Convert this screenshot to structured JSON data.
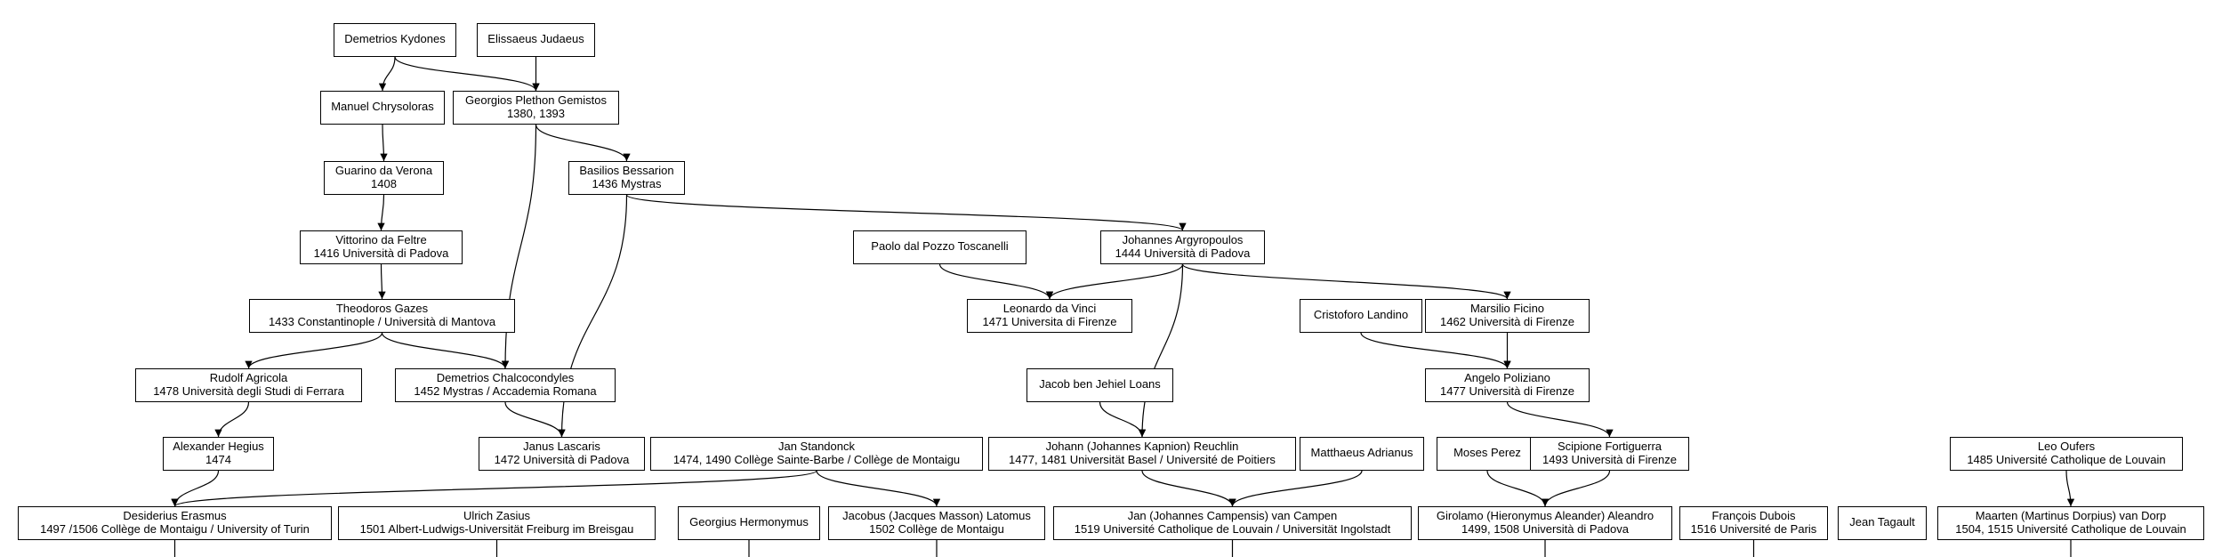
{
  "nodes": [
    {
      "id": "kydones",
      "name": "Demetrios Kydones",
      "info": ""
    },
    {
      "id": "judaeus",
      "name": "Elissaeus Judaeus",
      "info": ""
    },
    {
      "id": "chrysoloras",
      "name": "Manuel Chrysoloras",
      "info": ""
    },
    {
      "id": "plethon",
      "name": "Georgios Plethon Gemistos",
      "info": "1380, 1393"
    },
    {
      "id": "guarino",
      "name": "Guarino da Verona",
      "info": "1408"
    },
    {
      "id": "bessarion",
      "name": "Basilios Bessarion",
      "info": "1436  Mystras"
    },
    {
      "id": "vittorino",
      "name": "Vittorino da Feltre",
      "info": "1416  Università di Padova"
    },
    {
      "id": "toscanelli",
      "name": "Paolo  dal Pozzo  Toscanelli",
      "info": ""
    },
    {
      "id": "argyropoulos",
      "name": "Johannes Argyropoulos",
      "info": "1444  Università di Padova"
    },
    {
      "id": "gazes",
      "name": "Theodoros Gazes",
      "info": "1433  Constantinople / Università di Mantova"
    },
    {
      "id": "davinci",
      "name": "Leonardo da Vinci",
      "info": "1471 Universita  di Firenze"
    },
    {
      "id": "landino",
      "name": "Cristoforo Landino",
      "info": ""
    },
    {
      "id": "ficino",
      "name": "Marsilio Ficino",
      "info": "1462  Università di Firenze"
    },
    {
      "id": "agricola",
      "name": "Rudolf Agricola",
      "info": "1478  Università degli Studi di Ferrara"
    },
    {
      "id": "chalcocondyles",
      "name": "Demetrios Chalcocondyles",
      "info": "1452  Mystras / Accademia Romana"
    },
    {
      "id": "loans",
      "name": "Jacob ben Jehiel Loans",
      "info": ""
    },
    {
      "id": "poliziano",
      "name": "Angelo Poliziano",
      "info": "1477  Università di Firenze"
    },
    {
      "id": "hegius",
      "name": "Alexander Hegius",
      "info": "1474"
    },
    {
      "id": "lascaris",
      "name": "Janus Lascaris",
      "info": "1472  Università di Padova"
    },
    {
      "id": "standonck",
      "name": "Jan Standonck",
      "info": "1474, 1490  Collège Sainte-Barbe / Collège de Montaigu"
    },
    {
      "id": "reuchlin",
      "name": "Johann (Johannes Kapnion) Reuchlin",
      "info": "1477, 1481  Universität Basel / Université de Poitiers"
    },
    {
      "id": "adrianus",
      "name": "Matthaeus Adrianus",
      "info": ""
    },
    {
      "id": "perez",
      "name": "Moses Perez",
      "info": ""
    },
    {
      "id": "fortiguerra",
      "name": "Scipione Fortiguerra",
      "info": "1493  Università di Firenze"
    },
    {
      "id": "oufers",
      "name": "Leo Oufers",
      "info": "1485  Université Catholique de Louvain"
    },
    {
      "id": "erasmus",
      "name": "Desiderius Erasmus",
      "info": "1497 /1506   Collège de Montaigu / University of Turin"
    },
    {
      "id": "zasius",
      "name": "Ulrich Zasius",
      "info": "1501  Albert-Ludwigs-Universität Freiburg im Breisgau"
    },
    {
      "id": "hermonymus",
      "name": "Georgius Hermonymus",
      "info": ""
    },
    {
      "id": "latomus",
      "name": "Jacobus (Jacques Masson) Latomus",
      "info": "1502  Collège de Montaigu"
    },
    {
      "id": "campensis",
      "name": "Jan (Johannes Campensis) van Campen",
      "info": "1519  Université Catholique de Louvain / Universität Ingolstadt"
    },
    {
      "id": "aleandro",
      "name": "Girolamo (Hieronymus Aleander) Aleandro",
      "info": "1499, 1508  Università di Padova"
    },
    {
      "id": "dubois",
      "name": "François Dubois",
      "info": "1516  Université de Paris"
    },
    {
      "id": "tagault",
      "name": "Jean Tagault",
      "info": ""
    },
    {
      "id": "dorpius",
      "name": "Maarten (Martinus Dorpius) van Dorp",
      "info": "1504, 1515  Université Catholique de Louvain"
    }
  ],
  "edges": [
    [
      "kydones",
      "chrysoloras"
    ],
    [
      "kydones",
      "plethon"
    ],
    [
      "judaeus",
      "plethon"
    ],
    [
      "chrysoloras",
      "guarino"
    ],
    [
      "guarino",
      "vittorino"
    ],
    [
      "vittorino",
      "gazes"
    ],
    [
      "plethon",
      "bessarion"
    ],
    [
      "plethon",
      "chalcocondyles"
    ],
    [
      "bessarion",
      "argyropoulos"
    ],
    [
      "bessarion",
      "lascaris"
    ],
    [
      "gazes",
      "agricola"
    ],
    [
      "gazes",
      "chalcocondyles"
    ],
    [
      "toscanelli",
      "davinci"
    ],
    [
      "argyropoulos",
      "davinci"
    ],
    [
      "argyropoulos",
      "ficino"
    ],
    [
      "argyropoulos",
      "reuchlin"
    ],
    [
      "landino",
      "poliziano"
    ],
    [
      "ficino",
      "poliziano"
    ],
    [
      "poliziano",
      "fortiguerra"
    ],
    [
      "agricola",
      "hegius"
    ],
    [
      "chalcocondyles",
      "lascaris"
    ],
    [
      "loans",
      "reuchlin"
    ],
    [
      "hegius",
      "erasmus"
    ],
    [
      "standonck",
      "erasmus"
    ],
    [
      "standonck",
      "latomus"
    ],
    [
      "reuchlin",
      "campensis"
    ],
    [
      "adrianus",
      "campensis"
    ],
    [
      "perez",
      "aleandro"
    ],
    [
      "fortiguerra",
      "aleandro"
    ],
    [
      "oufers",
      "dorpius"
    ]
  ]
}
